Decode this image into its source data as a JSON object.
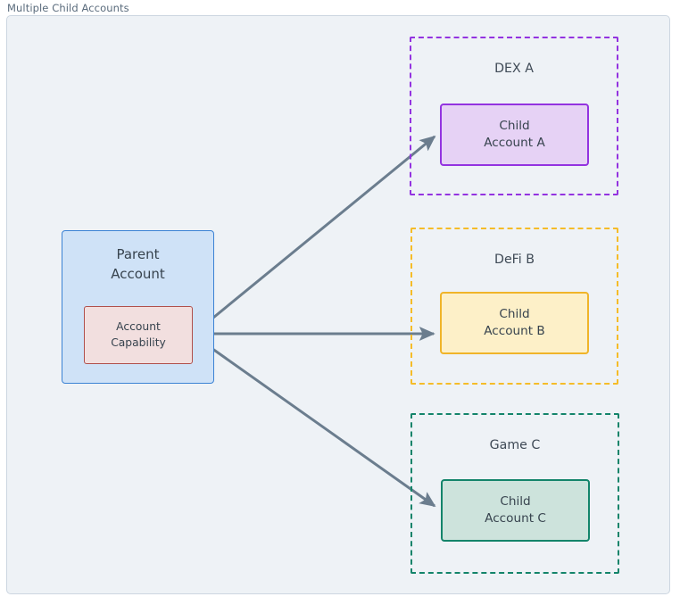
{
  "frame": {
    "caption": "Multiple Child Accounts"
  },
  "parent": {
    "title_line1": "Parent",
    "title_line2": "Account",
    "capability_line1": "Account",
    "capability_line2": "Capability",
    "fill": "#cfe2f7",
    "stroke": "#3b82d4",
    "capability_fill": "#f2dfdf",
    "capability_stroke": "#b0504c"
  },
  "groups": [
    {
      "label": "DEX A",
      "stroke": "#9333e0",
      "child_line1": "Child",
      "child_line2": "Account A",
      "child_fill": "#e6d2f5",
      "child_stroke": "#9333e0"
    },
    {
      "label": "DeFi B",
      "stroke": "#f5bc28",
      "child_line1": "Child",
      "child_line2": "Account B",
      "child_fill": "#fdf0c8",
      "child_stroke": "#f0b429"
    },
    {
      "label": "Game C",
      "stroke": "#13846a",
      "child_line1": "Child",
      "child_line2": "Account C",
      "child_fill": "#cde3dc",
      "child_stroke": "#13846a"
    }
  ],
  "edges": {
    "color": "#6b7d8e",
    "width": 3,
    "items": [
      {
        "from": "account-capability",
        "to": "child-account-a"
      },
      {
        "from": "account-capability",
        "to": "child-account-b"
      },
      {
        "from": "account-capability",
        "to": "child-account-c"
      }
    ]
  },
  "canvas": {
    "background": "#eef2f6",
    "border": "#ccd6e0",
    "title_color": "#5a6b7c"
  }
}
